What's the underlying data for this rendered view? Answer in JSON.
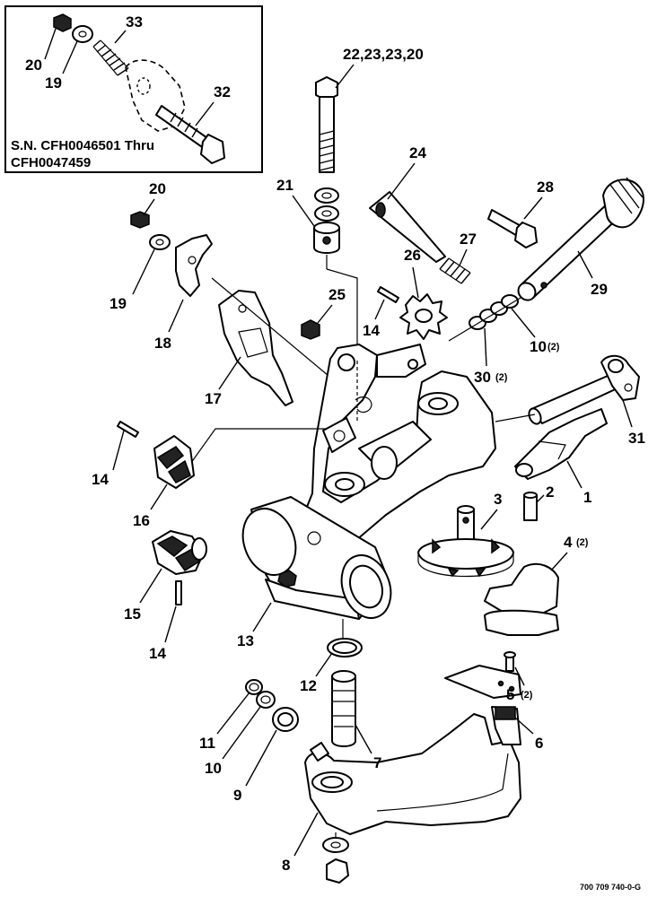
{
  "inset": {
    "serial_line1": "S.N. CFH0046501 Thru",
    "serial_line2": "CFH0047459",
    "labels": {
      "p33": "33",
      "p20": "20",
      "p19": "19",
      "p32": "32"
    }
  },
  "labels": {
    "top_bolt": "22,23,23,20",
    "p20": "20",
    "p19": "19",
    "p21": "21",
    "p24": "24",
    "p28": "28",
    "p27": "27",
    "p26": "26",
    "p25": "25",
    "p29": "29",
    "p18": "18",
    "p14a": "14",
    "p17": "17",
    "p10a": "10",
    "p10a_qty": "(2)",
    "p30": "30",
    "p30_qty": "(2)",
    "p31": "31",
    "p14b": "14",
    "p16": "16",
    "p3": "3",
    "p2": "2",
    "p1": "1",
    "p4": "4",
    "p4_qty": "(2)",
    "p15": "15",
    "p14c": "14",
    "p13": "13",
    "p12": "12",
    "p5": "5",
    "p5_qty": "(2)",
    "p11": "11",
    "p10b": "10",
    "p7": "7",
    "p6": "6",
    "p9": "9",
    "p8": "8"
  },
  "drawing_code": "700 709 740-0-G"
}
